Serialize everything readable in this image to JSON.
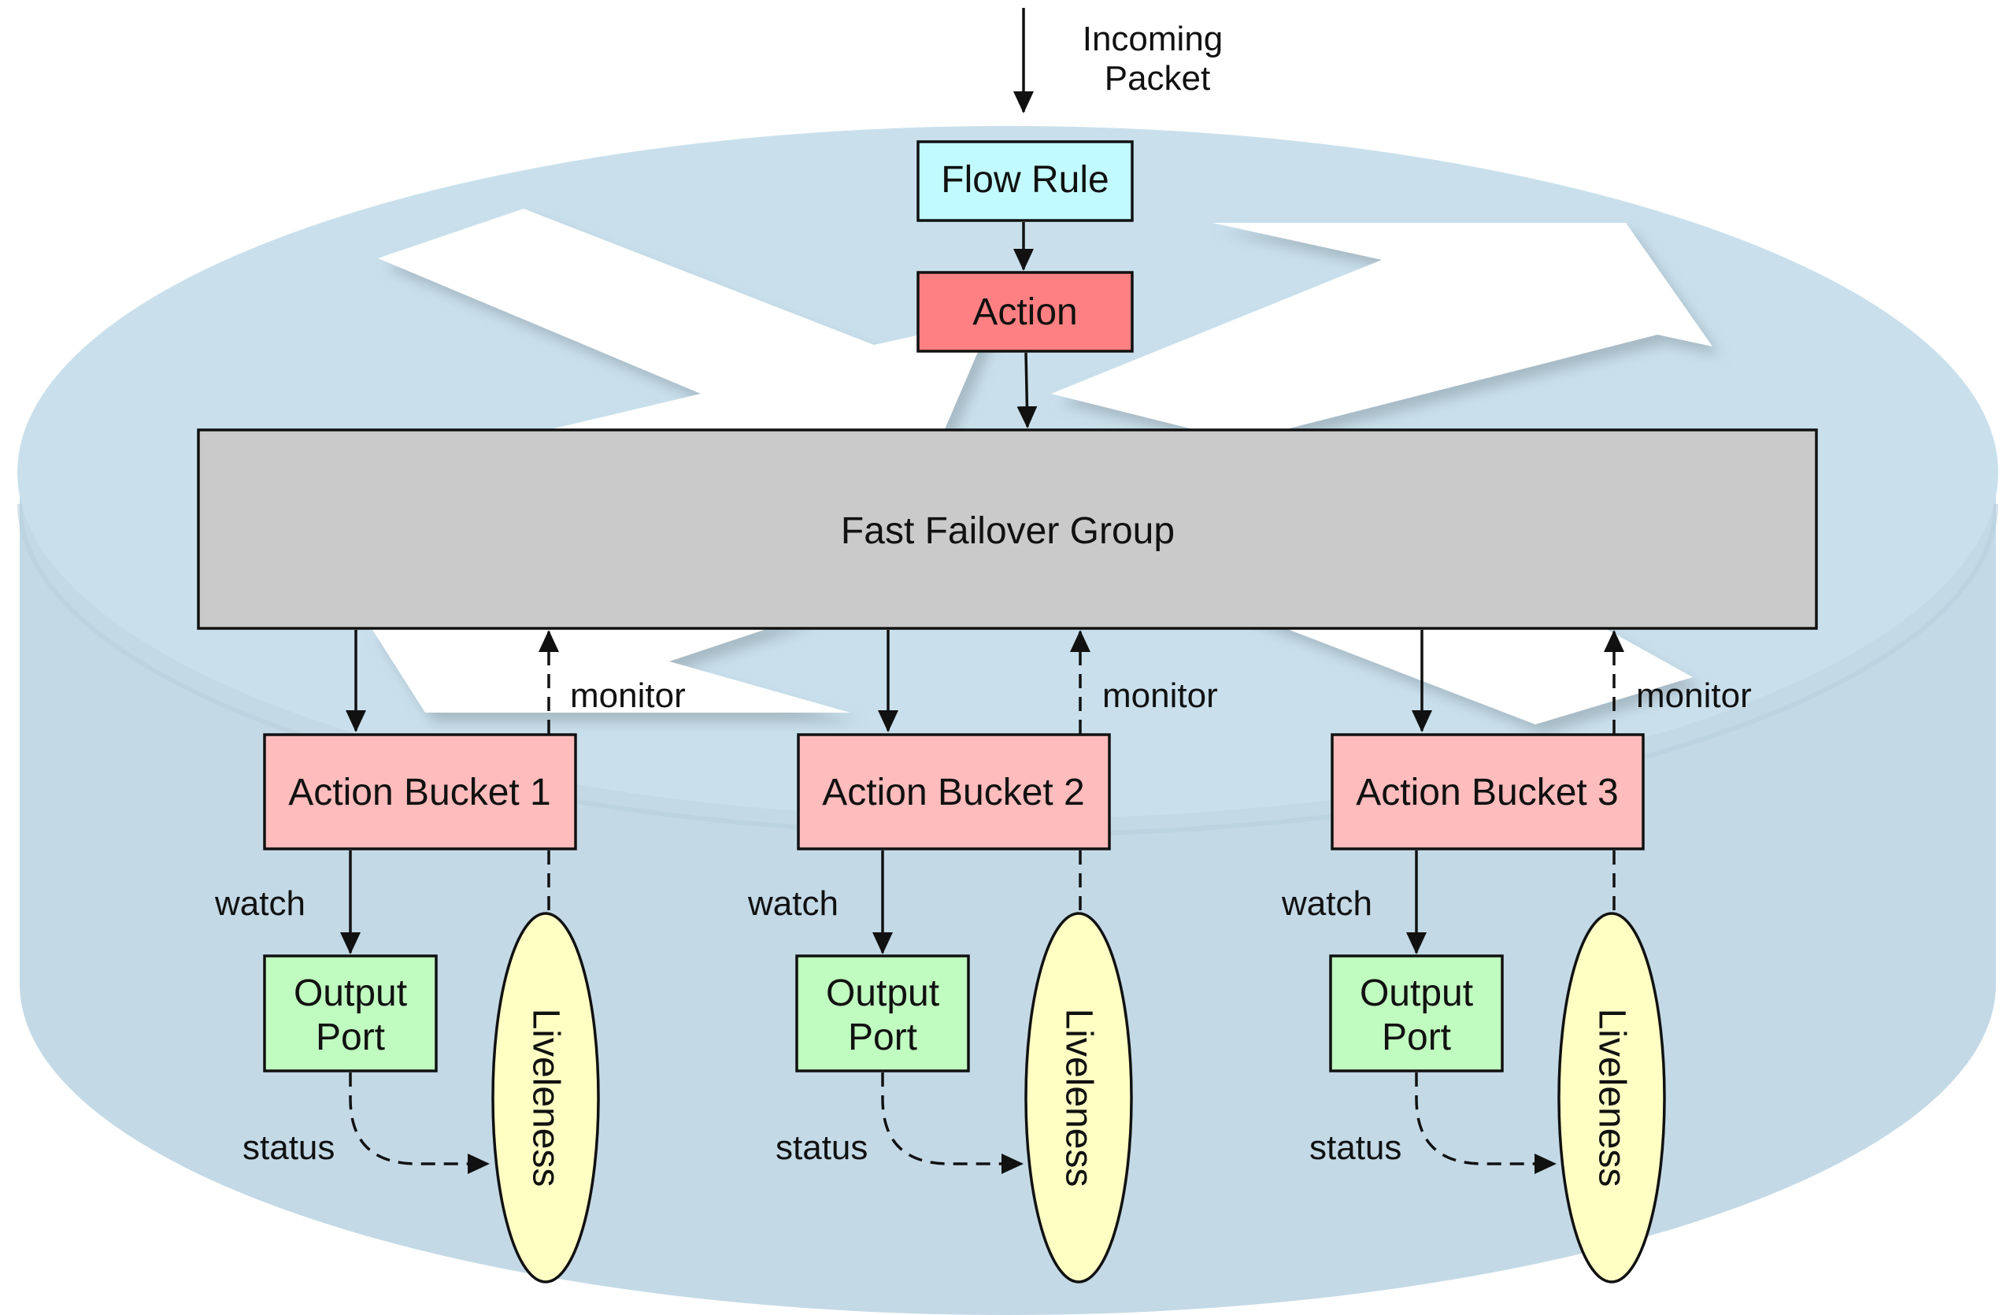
{
  "nodes": {
    "incoming": [
      "Incoming",
      "Packet"
    ],
    "flow_rule": "Flow Rule",
    "action": "Action",
    "group": "Fast Failover Group",
    "buckets": [
      {
        "label": "Action Bucket 1",
        "port": [
          "Output",
          "Port"
        ],
        "liveness": "Liveleness",
        "watch": "watch",
        "status": "status",
        "monitor": "monitor"
      },
      {
        "label": "Action Bucket 2",
        "port": [
          "Output",
          "Port"
        ],
        "liveness": "Liveleness",
        "watch": "watch",
        "status": "status",
        "monitor": "monitor"
      },
      {
        "label": "Action Bucket 3",
        "port": [
          "Output",
          "Port"
        ],
        "liveness": "Liveleness",
        "watch": "watch",
        "status": "status",
        "monitor": "monitor"
      }
    ]
  },
  "colors": {
    "router_body": "#c3d9e6",
    "router_top": "#c8dfea",
    "flow_rule_fill": "#c2fbff",
    "action_fill": "#ff8082",
    "group_fill": "#cacaca",
    "bucket_fill": "#ffbcbc",
    "port_fill": "#c0fcc0",
    "liveness_fill": "#ffffc4",
    "arrows_fill": "#ffffff"
  }
}
